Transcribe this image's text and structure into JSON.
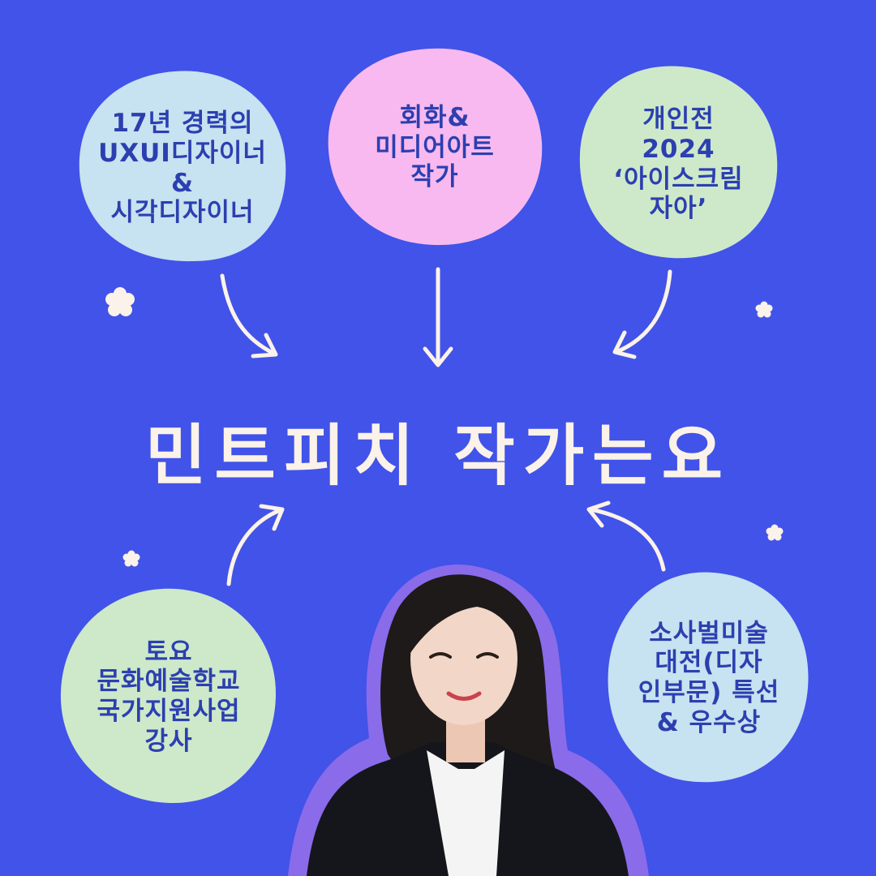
{
  "colors": {
    "background": "#4153e8",
    "blob_light_blue": "#c7e2f0",
    "blob_pink": "#f7b9ef",
    "blob_light_green": "#cde9c9",
    "blob_text": "#2c3fb0",
    "title_text": "#fbf2e9",
    "arrow": "#fbf2e9",
    "portrait_outline": "#8a6bea"
  },
  "title": "민트피치 작가는요",
  "bubbles": {
    "top_left": "17년 경력의\nUXUI디자이너\n&\n시각디자이너",
    "top_center": "회화&\n미디어아트\n작가",
    "top_right": "개인전\n2024\n‘아이스크림\n자아’",
    "bottom_left": "토요\n문화예술학교\n국가지원사업\n강사",
    "bottom_right": "소사벌미술\n대전(디자\n인부문) 특선\n& 우수상"
  },
  "decorations": {
    "sparkle_icon": "flower-sparkle-icon",
    "arrow_icon": "curved-arrow-icon"
  },
  "portrait": "portrait-photo"
}
